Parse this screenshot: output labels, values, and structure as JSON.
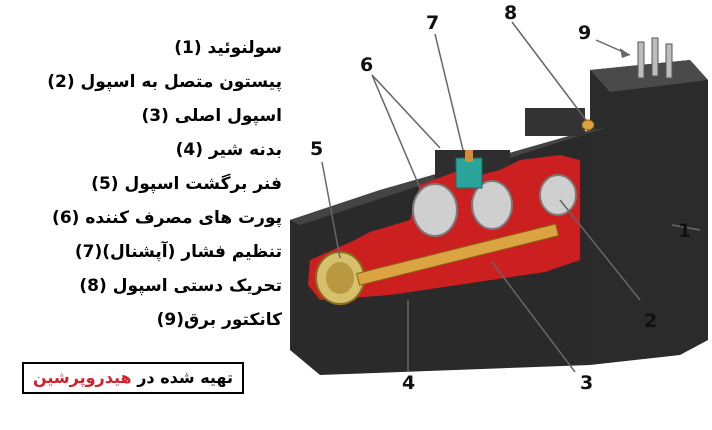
{
  "legend": [
    {
      "text": "سولنوئید (1)"
    },
    {
      "text": "پیستون متصل به اسپول (2)"
    },
    {
      "text": "اسپول اصلی (3)"
    },
    {
      "text": "بدنه شیر (4)"
    },
    {
      "text": "فنر برگشت اسپول (5)"
    },
    {
      "text": "پورت های مصرف کننده (6)"
    },
    {
      "text": "تنظیم فشار (آپشنال)(7)"
    },
    {
      "text": "تحریک دستی اسپول (8)"
    },
    {
      "text": "کانکتور برق(9)"
    }
  ],
  "credit": {
    "prefix": "تهیه شده در ",
    "brand": "هیدروپرشین"
  },
  "callouts": {
    "c1": "1",
    "c2": "2",
    "c3": "3",
    "c4": "4",
    "c5": "5",
    "c6": "6",
    "c7": "7",
    "c8": "8",
    "c9": "9"
  },
  "colors": {
    "body": "#2b2b2b",
    "cutaway": "#cc1f1f",
    "spool": "#d9a441",
    "brand": "#d3202a"
  }
}
